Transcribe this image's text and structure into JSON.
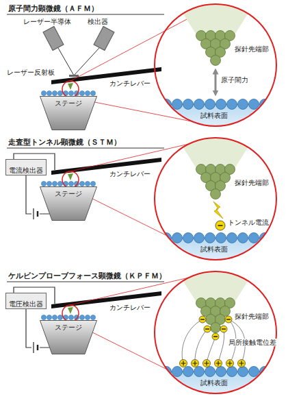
{
  "diagram": {
    "nodes": [
      {
        "text": [
          "ステージ"
        ]
      },
      {
        "text": [
          "電流検出器"
        ]
      },
      {
        "text": [
          "ステージ"
        ]
      },
      {
        "text": [
          "電圧検出器"
        ]
      },
      {
        "text": [
          "ステージ"
        ]
      }
    ],
    "edges": [
      {
        "from": 1,
        "to": 2,
        "arrow": "none"
      },
      {
        "from": 3,
        "to": 4,
        "arrow": "none"
      }
    ],
    "labels": [
      "原子間力顕微鏡（ＡＦＭ）",
      "レーザー半導体",
      "検出器",
      "レーザー反射板",
      "カンチレバー",
      "探針先端部",
      "原子間力",
      "試料表面",
      "走査型トンネル顕微鏡（ＳＴＭ）",
      "カンチレバー",
      "探針先端部",
      "トンネル電流",
      "試料表面",
      "ケルビンプローブフォース顕微鏡（ＫＰＦＭ）",
      "カンチレバー",
      "探針先端部",
      "局所接触電位差",
      "試料表面"
    ]
  }
}
